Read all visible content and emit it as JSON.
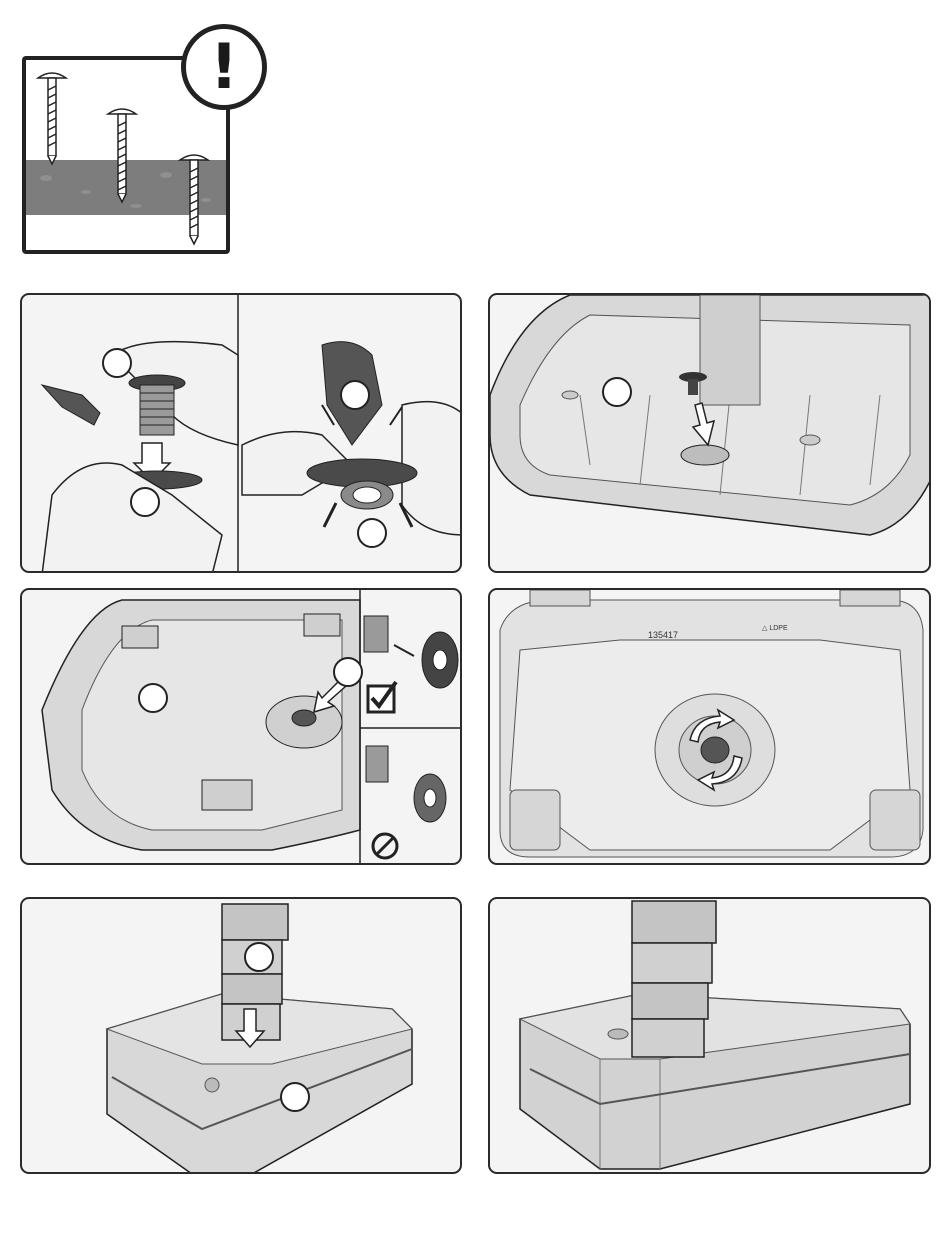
{
  "document": {
    "type": "assembly-instructions-page",
    "warning_symbol": "!",
    "icons": {
      "warning": "exclamation-circle-icon",
      "correct": "check-box-icon",
      "incorrect": "prohibited-icon"
    },
    "colors": {
      "outline": "#222222",
      "panel_bg": "#f4f4f4",
      "plastic_light": "#d8d8d8",
      "plastic_mid": "#bdbdbd",
      "wood": "#7d7d7d",
      "arrow_fill": "#ffffff"
    },
    "labels": {
      "base_marking_1": "135417",
      "base_marking_2": "△ LDPE"
    }
  }
}
